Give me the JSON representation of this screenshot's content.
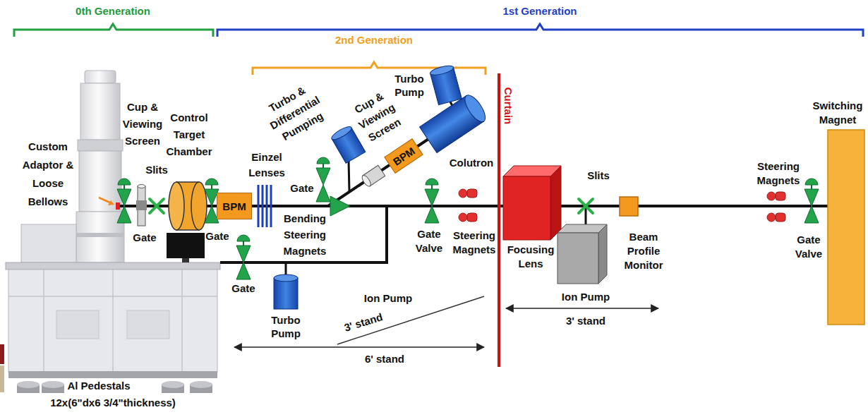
{
  "diagram": {
    "nodes": [
      {
        "text": [
          "BPM"
        ]
      },
      {
        "text": [
          "BPM"
        ]
      }
    ],
    "labels": [
      "0th Generation",
      "1st Generation",
      "2nd Generation",
      "Custom Adaptor & Loose Bellows",
      "Cup & Viewing Screen",
      "Slits",
      "Control Target Chamber",
      "Gate",
      "Gate",
      "Einzel Lenses",
      "Turbo & Differential Pumping",
      "Gate",
      "Cup & Viewing Screen",
      "Turbo Pump",
      "Colutron",
      "Bending Steering Magnets",
      "Gate",
      "Turbo Pump",
      "Ion Pump",
      "3' stand",
      "6' stand",
      "Gate Valve",
      "Steering Magnets",
      "Curtain",
      "Focusing Lens",
      "Slits",
      "Beam Profile Monitor",
      "Ion Pump",
      "3' stand",
      "Steering Magnets",
      "Gate Valve",
      "Switching Magnet",
      "Al Pedestals",
      "12x(6\"dx6 3/4\"thickness)"
    ]
  }
}
